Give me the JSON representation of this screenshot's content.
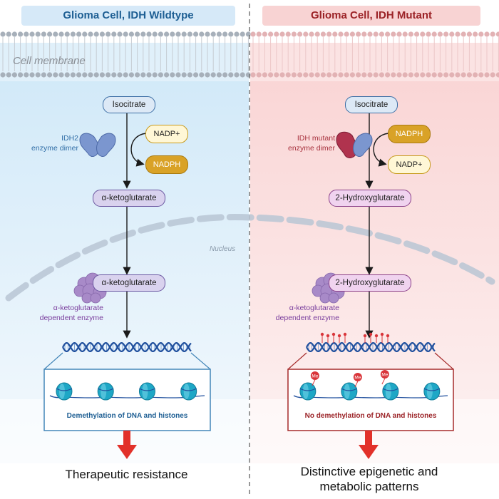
{
  "headers": {
    "left": "Glioma Cell, IDH Wildtype",
    "right": "Glioma Cell, IDH Mutant"
  },
  "labels": {
    "cell_membrane": "Cell membrane",
    "nucleus": "Nucleus"
  },
  "left_panel": {
    "substrate": "Isocitrate",
    "enzyme_label_1": "IDH2",
    "enzyme_label_2": "enzyme dimer",
    "cofactor_in": "NADP+",
    "cofactor_out": "NADPH",
    "product": "α-ketoglutarate",
    "nuclear_metabolite": "α-ketoglutarate",
    "dependent_enzyme_1": "α-ketoglutarate",
    "dependent_enzyme_2": "dependent enzyme",
    "effect": "Demethylation of DNA and histones",
    "outcome": "Therapeutic resistance"
  },
  "right_panel": {
    "substrate": "Isocitrate",
    "enzyme_label_1": "IDH mutant",
    "enzyme_label_2": "enzyme dimer",
    "cofactor_in": "NADPH",
    "cofactor_out": "NADP+",
    "product": "2-Hydroxyglutarate",
    "nuclear_metabolite": "2-Hydroxyglutarate",
    "dependent_enzyme_1": "α-ketoglutarate",
    "dependent_enzyme_2": "dependent enzyme",
    "effect": "No demethylation of DNA and histones",
    "methyl_mark": "Me",
    "outcome_1": "Distinctive epigenetic and",
    "outcome_2": "metabolic patterns"
  },
  "colors": {
    "left_bg": "#e2f1fb",
    "right_bg": "#fbe1e1",
    "left_header_bg": "#d6e9f8",
    "right_header_bg": "#f8d3d3",
    "left_header_text": "#1d5e93",
    "right_header_text": "#9b2226",
    "metabolite_fill": "#d9d2ee",
    "metabolite_right_fill": "#f0d3ef",
    "substrate_fill": "#dde9f6",
    "nadp_plus_fill": "#fff7d6",
    "nadph_fill": "#d9a227",
    "enzyme_wt": "#7b96cf",
    "enzyme_mut": "#b0334e",
    "dep_enzyme": "#a88ac8",
    "dna_wt": "#1f4f9d",
    "histone": "#1ea7c6",
    "box_left_border": "#4285b8",
    "box_right_border": "#a52a2a",
    "arrow_red": "#e2312a",
    "methyl": "#d9353a"
  }
}
